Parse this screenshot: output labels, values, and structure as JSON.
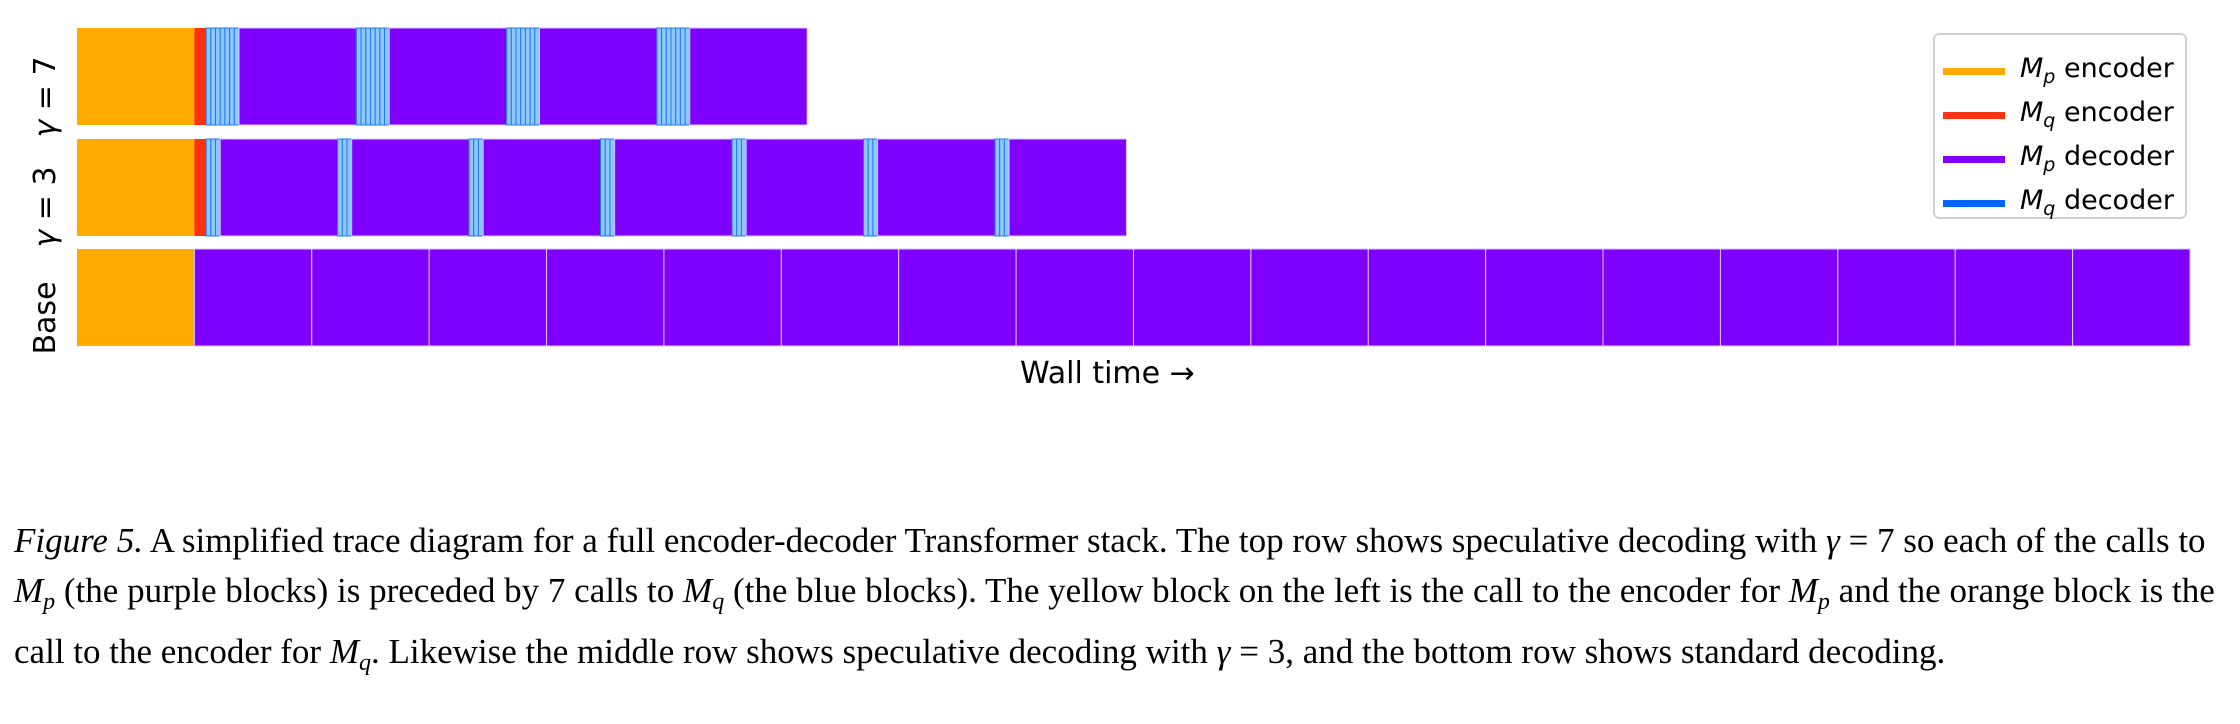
{
  "chart_data": {
    "type": "trace",
    "xlabel": "Wall time →",
    "rows": [
      {
        "label": "γ = 7",
        "gamma": 7,
        "mp_decoder_calls": 4
      },
      {
        "label": "γ = 3",
        "gamma": 3,
        "mp_decoder_calls": 7
      },
      {
        "label": "Base",
        "gamma": 0,
        "mp_decoder_calls": 17
      }
    ],
    "durations": {
      "mp_encoder": 1.0,
      "mq_encoder": 0.1,
      "mq_decoder_call": 0.04,
      "mp_decoder_call": 1.0
    },
    "legend": [
      {
        "symbol": "M",
        "sub": "p",
        "label": "encoder",
        "color": "#FFAA00"
      },
      {
        "symbol": "M",
        "sub": "q",
        "label": "encoder",
        "color": "#FF3311"
      },
      {
        "symbol": "M",
        "sub": "p",
        "label": "decoder",
        "color": "#7F00FF"
      },
      {
        "symbol": "M",
        "sub": "q",
        "label": "decoder",
        "color": "#0066FF"
      }
    ]
  },
  "row_labels": {
    "gamma7_sym": "γ",
    "gamma7_val": " = 7",
    "gamma3_sym": "γ",
    "gamma3_val": " = 3",
    "base": "Base"
  },
  "caption": {
    "fig_label": "Figure 5.",
    "seg1": " A simplified trace diagram for a full encoder-decoder Transformer stack. The top row shows speculative decoding with ",
    "gamma_sym_1": "γ",
    "seg2": " = 7 so each of the calls to ",
    "m1": "M",
    "m1_sub": "p",
    "seg3": " (the purple blocks) is preceded by 7 calls to ",
    "m2": "M",
    "m2_sub": "q",
    "seg4": " (the blue blocks). The yellow block on the left is the call to the encoder for ",
    "m3": "M",
    "m3_sub": "p",
    "seg5": " and the orange block is the call to the encoder for ",
    "m4": "M",
    "m4_sub": "q",
    "seg6": ". Likewise the middle row shows speculative decoding with ",
    "gamma_sym_2": "γ",
    "seg7": " = 3, and the bottom row shows standard decoding."
  }
}
